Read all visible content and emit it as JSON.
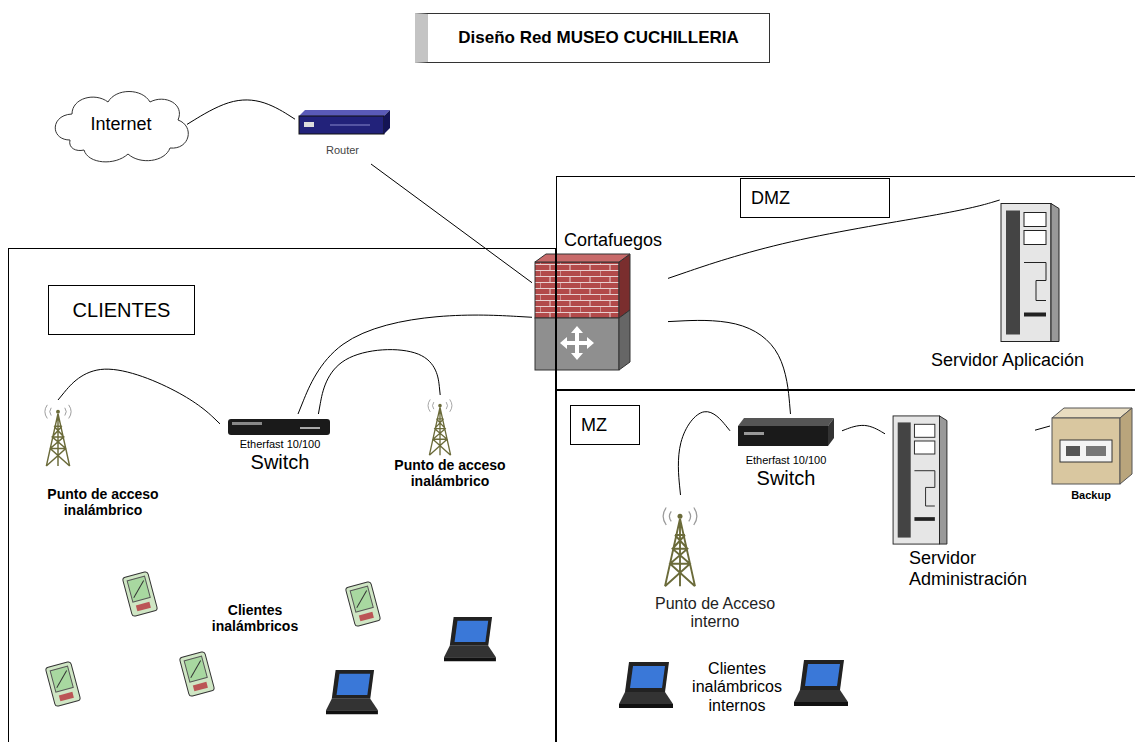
{
  "diagram": {
    "title": "Diseño Red MUSEO CUCHILLERIA",
    "nodes": [
      {
        "text": [
          "Internet"
        ]
      },
      {
        "text": [
          "Router"
        ]
      },
      {
        "text": [
          "Cortafuegos"
        ]
      },
      {
        "text": [
          "DMZ"
        ]
      },
      {
        "text": [
          "Servidor Aplicación"
        ],
        "in": 3
      },
      {
        "text": [
          "CLIENTES"
        ]
      },
      {
        "text": [
          "Punto de acceso inalámbrico"
        ],
        "in": 5
      },
      {
        "text": [
          "Etherfast 10/100",
          "Switch"
        ],
        "in": 5
      },
      {
        "text": [
          "Punto de acceso inalámbrico"
        ],
        "in": 5
      },
      {
        "text": [
          "Clientes inalámbricos"
        ],
        "in": 5
      },
      {
        "text": [
          "MZ"
        ]
      },
      {
        "text": [
          "Etherfast 10/100",
          "Switch"
        ],
        "in": 10
      },
      {
        "text": [
          "Servidor Administración"
        ],
        "in": 10
      },
      {
        "text": [
          "Backup"
        ],
        "in": 10
      },
      {
        "text": [
          "Punto de Acceso interno"
        ],
        "in": 10
      },
      {
        "text": [
          "Clientes inalámbricos internos"
        ],
        "in": 10
      }
    ],
    "edges": [
      {
        "from": 0,
        "to": 1,
        "arrow": "none"
      },
      {
        "from": 1,
        "to": 2,
        "arrow": "none"
      },
      {
        "from": 2,
        "to": 4,
        "arrow": "none"
      },
      {
        "from": 2,
        "to": 7,
        "arrow": "none"
      },
      {
        "from": 6,
        "to": 7,
        "arrow": "none"
      },
      {
        "from": 7,
        "to": 8,
        "arrow": "none"
      },
      {
        "from": 2,
        "to": 11,
        "arrow": "none"
      },
      {
        "from": 11,
        "to": 14,
        "arrow": "none"
      },
      {
        "from": 11,
        "to": 12,
        "arrow": "none"
      },
      {
        "from": 12,
        "to": 13,
        "arrow": "none"
      }
    ]
  }
}
